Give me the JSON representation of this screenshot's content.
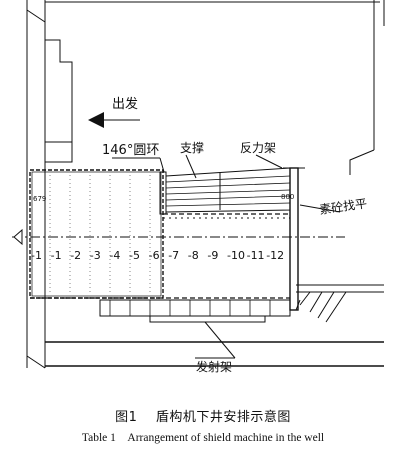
{
  "labels": {
    "departure": "出发",
    "ring": "146°圆环",
    "support": "支撑",
    "reaction_frame": "反力架",
    "concrete_line": "素砼找平",
    "launch_frame": "发射架",
    "dim_left": "679",
    "dim_right": "800"
  },
  "rings": [
    "-1",
    "-1",
    "-2",
    "-3",
    "-4",
    "-5",
    "-6",
    "-7",
    "-8",
    "-9",
    "-10",
    "-11",
    "-12"
  ],
  "caption": {
    "figure_no": "图1",
    "figure_title": "盾构机下井安排示意图",
    "table_no": "Table 1",
    "table_title": "Arrangement of shield machine in the well"
  }
}
